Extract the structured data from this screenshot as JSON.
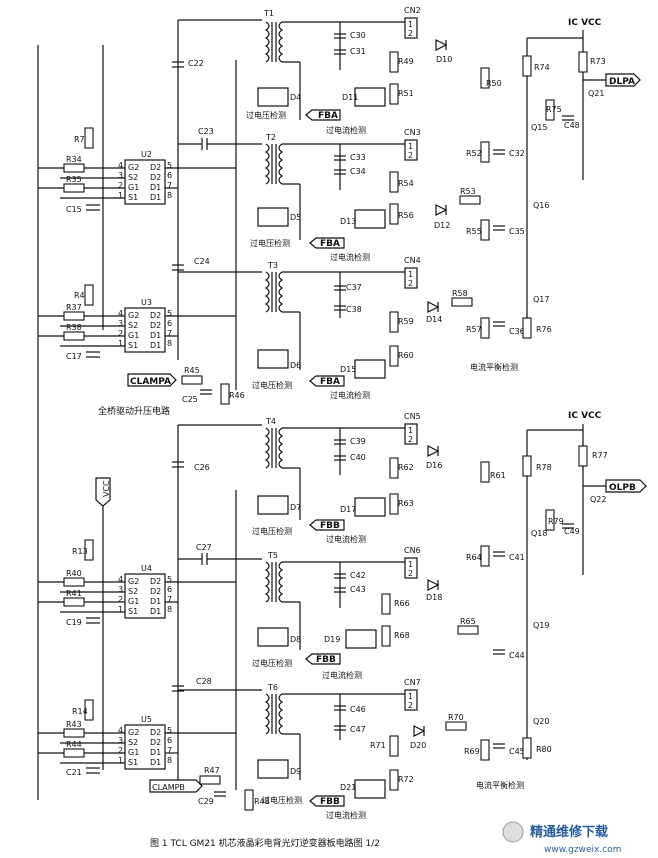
{
  "caption": "图 1 TCL GM21 机芯液晶彩电背光灯逆变器板电路图 1/2",
  "watermark": {
    "cn": "精通维修下载",
    "url": "www.gzweix.com"
  },
  "power_labels": {
    "ic_vcc_a": "IC VCC",
    "ic_vcc_b": "IC VCC",
    "vcc": "VCC"
  },
  "blocks": {
    "full_bridge": "全桥驱动升压电路",
    "current_balance_a": "电流平衡检测",
    "current_balance_b": "电流平衡检测"
  },
  "det": {
    "ov": "过电压检测",
    "oc": "过电流检测"
  },
  "ics": [
    {
      "ref": "U2",
      "pins_l": [
        "G2",
        "S2",
        "G1",
        "S1"
      ],
      "pins_r": [
        "D2",
        "D2",
        "D1",
        "D1"
      ]
    },
    {
      "ref": "U3",
      "pins_l": [
        "G2",
        "S2",
        "G1",
        "S1"
      ],
      "pins_r": [
        "D2",
        "D2",
        "D1",
        "D1"
      ]
    },
    {
      "ref": "U4",
      "pins_l": [
        "G2",
        "S2",
        "G1",
        "S1"
      ],
      "pins_r": [
        "D2",
        "D2",
        "D1",
        "D1"
      ]
    },
    {
      "ref": "U5",
      "pins_l": [
        "G2",
        "S2",
        "G1",
        "S1"
      ],
      "pins_r": [
        "D2",
        "D2",
        "D1",
        "D1"
      ]
    }
  ],
  "pin_nums_l": [
    "4",
    "3",
    "2",
    "1"
  ],
  "pin_nums_r": [
    "5",
    "6",
    "7",
    "8"
  ],
  "transformers": [
    "T1",
    "T2",
    "T3",
    "T4",
    "T5",
    "T6"
  ],
  "connectors": [
    {
      "ref": "CN2",
      "pins": [
        "1",
        "2"
      ]
    },
    {
      "ref": "CN3",
      "pins": [
        "1",
        "2"
      ]
    },
    {
      "ref": "CN4",
      "pins": [
        "1",
        "2"
      ]
    },
    {
      "ref": "CN5",
      "pins": [
        "1",
        "2"
      ]
    },
    {
      "ref": "CN6",
      "pins": [
        "1",
        "2"
      ]
    },
    {
      "ref": "CN7",
      "pins": [
        "1",
        "2"
      ]
    }
  ],
  "signals": {
    "dlpa": "DLPA",
    "olpb": "OLPB",
    "clampa": "CLAMPA",
    "clampb": "CLAMPB",
    "fba": "FBA",
    "fbb": "FBB"
  },
  "top": {
    "caps": {
      "c22": "C22",
      "c23": "C23",
      "c24": "C24",
      "c30": "C30",
      "c31": "C31",
      "c33": "C33",
      "c34": "C34",
      "c37": "C37",
      "c38": "C38",
      "c15": "C15",
      "c17": "C17",
      "c25": "C25",
      "c32": "C32",
      "c35": "C35",
      "c36": "C36",
      "c48": "C48"
    },
    "res": {
      "r7": "R7",
      "r34": "R34",
      "r35": "R35",
      "r4": "R4",
      "r37": "R37",
      "r38": "R38",
      "r45": "R45",
      "r46": "R46",
      "r49": "R49",
      "r50": "R50",
      "r51": "R51",
      "r52": "R52",
      "r53": "R53",
      "r54": "R54",
      "r55": "R55",
      "r56": "R56",
      "r57": "R57",
      "r58": "R58",
      "r59": "R59",
      "r60": "R60",
      "r73": "R73",
      "r74": "R74",
      "r75": "R75",
      "r76": "R76"
    },
    "diodes": {
      "d4": "D4",
      "d5": "D5",
      "d6": "D6",
      "d10": "D10",
      "d11": "D11",
      "d12": "D12",
      "d13": "D13",
      "d14": "D14",
      "d15": "D15"
    },
    "fets": {
      "q15": "Q15",
      "q16": "Q16",
      "q17": "Q17",
      "q21": "Q21"
    }
  },
  "bottom": {
    "caps": {
      "c26": "C26",
      "c27": "C27",
      "c28": "C28",
      "c39": "C39",
      "c40": "C40",
      "c42": "C42",
      "c43": "C43",
      "c46": "C46",
      "c47": "C47",
      "c19": "C19",
      "c21": "C21",
      "c29": "C29",
      "c41": "C41",
      "c44": "C44",
      "c45": "C45",
      "c49": "C49"
    },
    "res": {
      "r13": "R13",
      "r40": "R40",
      "r41": "R41",
      "r14": "R14",
      "r43": "R43",
      "r44": "R44",
      "r47": "R47",
      "r48": "R48",
      "r61": "R61",
      "r62": "R62",
      "r63": "R63",
      "r64": "R64",
      "r65": "R65",
      "r66": "R66",
      "r68": "R68",
      "r69": "R69",
      "r70": "R70",
      "r71": "R71",
      "r72": "R72",
      "r77": "R77",
      "r78": "R78",
      "r79": "R79",
      "r80": "R80"
    },
    "diodes": {
      "d7": "D7",
      "d8": "D8",
      "d9": "D9",
      "d16": "D16",
      "d17": "D17",
      "d18": "D18",
      "d19": "D19",
      "d20": "D20",
      "d21": "D21"
    },
    "fets": {
      "q18": "Q18",
      "q19": "Q19",
      "q20": "Q20",
      "q22": "Q22"
    }
  }
}
